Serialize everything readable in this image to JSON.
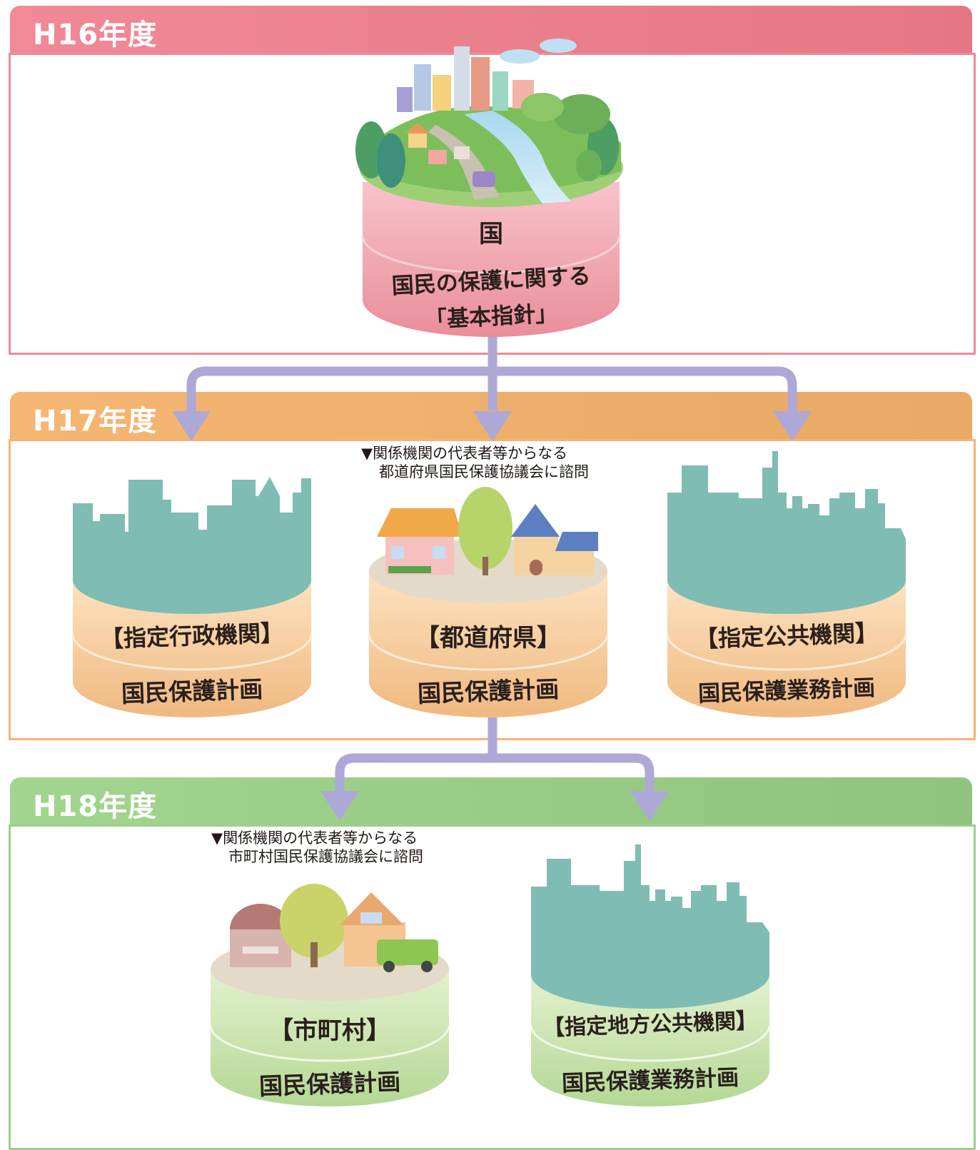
{
  "phases": [
    {
      "label": "H16年度",
      "color": "#ee7c89"
    },
    {
      "label": "H17年度",
      "color": "#f3b06a"
    },
    {
      "label": "H18年度",
      "color": "#96cd84"
    }
  ],
  "colors": {
    "arrow": "#ada8d6",
    "city": "#7fbcb4"
  },
  "nodes": {
    "kuni": {
      "title": "国",
      "plan_line1": "国民の保護に関する",
      "plan_line2": "「基本指針」"
    },
    "shitei_gyosei": {
      "title": "【指定行政機関】",
      "plan": "国民保護計画"
    },
    "todofuken": {
      "title": "【都道府県】",
      "plan": "国民保護計画",
      "note_line1": "▼関係機関の代表者等からなる",
      "note_line2": "都道府県国民保護協議会に諮問"
    },
    "shitei_kokyo": {
      "title": "【指定公共機関】",
      "plan": "国民保護業務計画"
    },
    "shichoson": {
      "title": "【市町村】",
      "plan": "国民保護計画",
      "note_line1": "▼関係機関の代表者等からなる",
      "note_line2": "市町村国民保護協議会に諮問"
    },
    "shitei_chiho": {
      "title": "【指定地方公共機関】",
      "plan": "国民保護業務計画"
    }
  }
}
